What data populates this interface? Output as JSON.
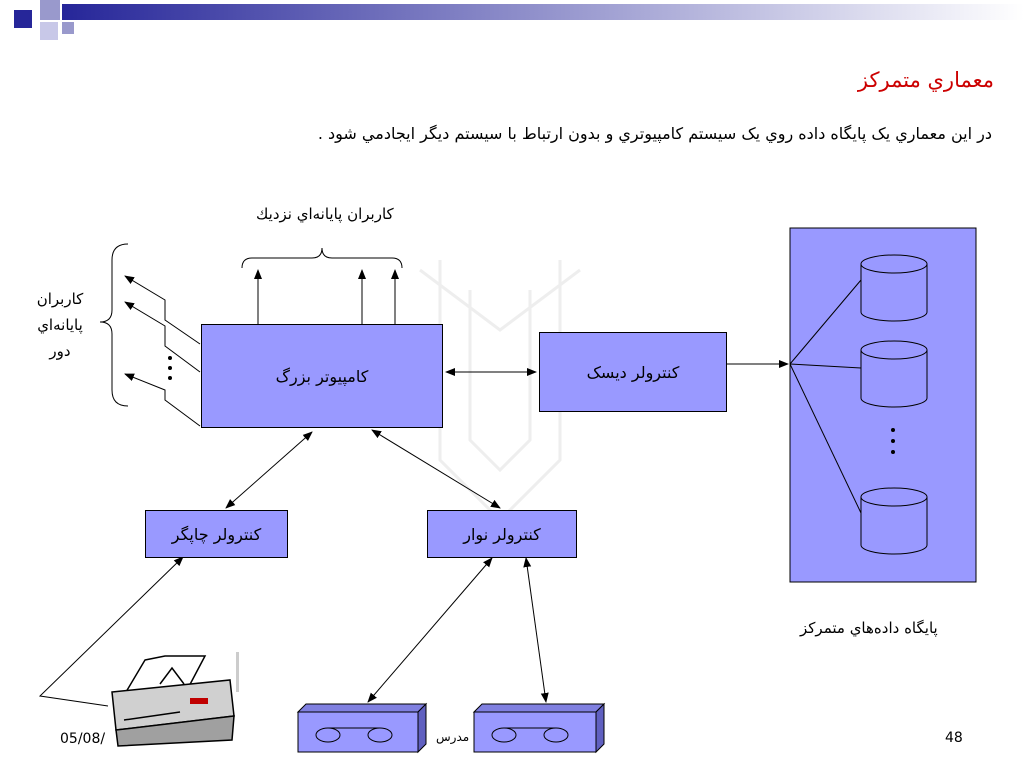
{
  "slide": {
    "title": "معماري متمركز",
    "subtitle": "در اين معماري يک پايگاه داده روي يک سيستم کامپيوتري و بدون ارتباط با سيستم ديگر ايجادمي شود ."
  },
  "diagram": {
    "mainframe": "کامپيوتر بزرگ",
    "disk_controller": "کنترولر ديسک",
    "printer_controller": "کنترولر چاپگر",
    "tape_controller": "کنترولر نوار",
    "local_users": "کاربران پايانه‌اي نزديك",
    "remote_users": [
      "کاربران",
      "پايانه‌اي",
      "دور"
    ],
    "central_db": "پايگاه داده‌هاي متمركز"
  },
  "footer": {
    "date": "05/08/",
    "author": "مدرس",
    "page": "48"
  },
  "colors": {
    "box_fill": "#9999ff",
    "title": "#cc0000"
  }
}
